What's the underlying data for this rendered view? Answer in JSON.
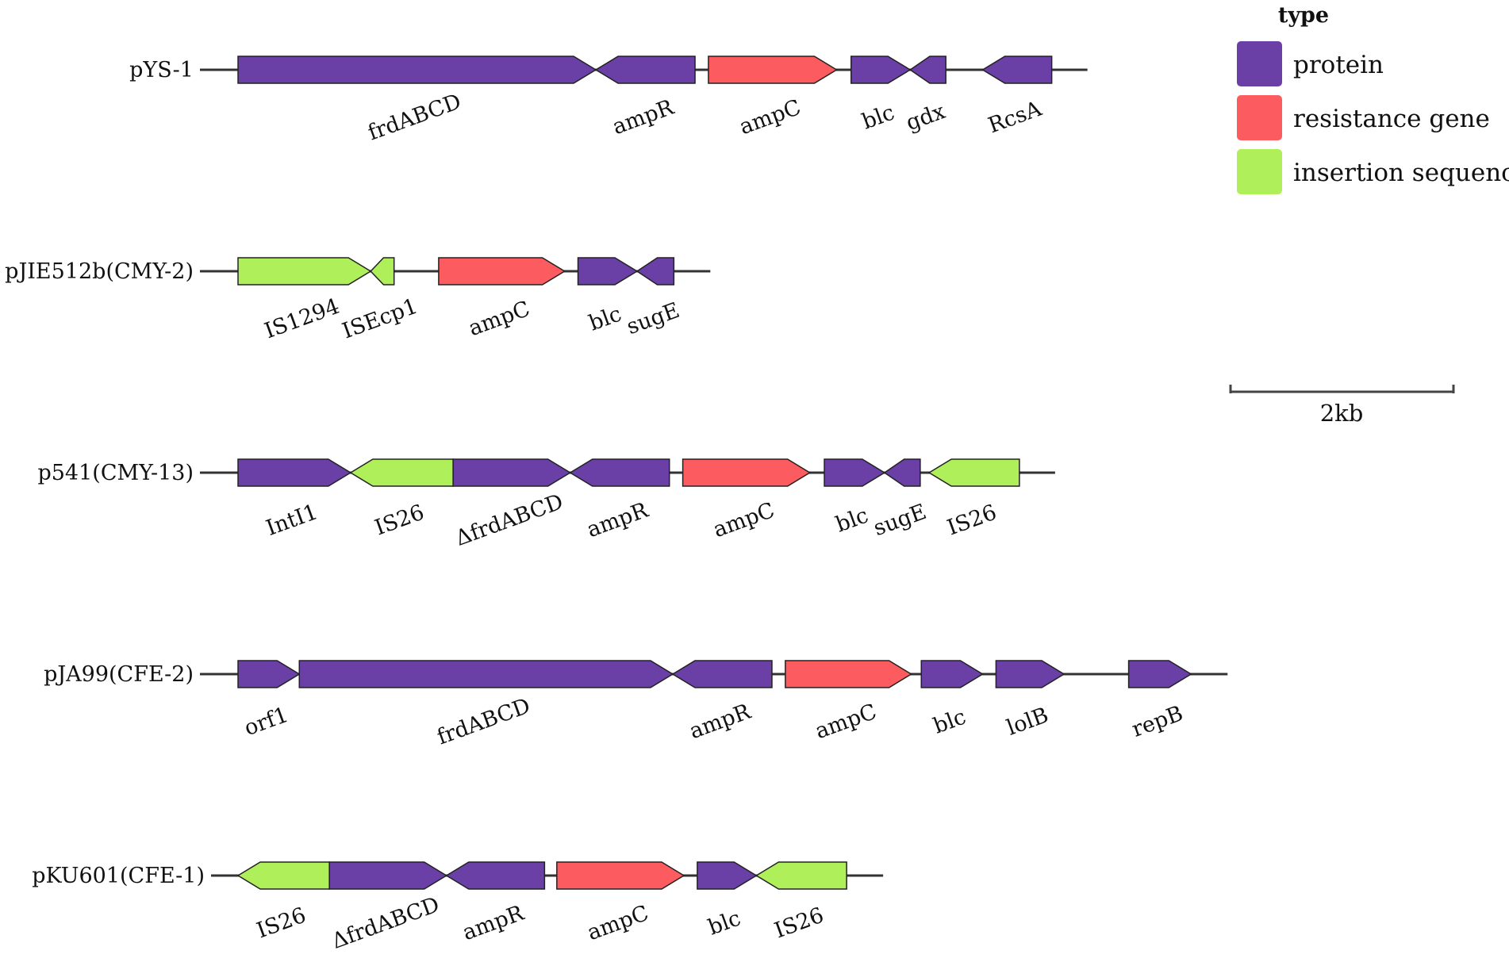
{
  "diagram": {
    "type": "gene_arrow_map",
    "colors": {
      "protein": "#6A3FA6",
      "resistance_gene": "#FC5C5F",
      "insertion_sequence": "#AFF05A",
      "backbone": "#333333",
      "outline": "#222222"
    },
    "tracks": [
      {
        "name": "pYS-1",
        "genes": [
          {
            "label": "frdABCD",
            "type": "protein",
            "strand": "+",
            "start": 0.0,
            "end": 3.21
          },
          {
            "label": "ampR",
            "type": "protein",
            "strand": "-",
            "start": 3.21,
            "end": 4.1
          },
          {
            "label": "ampC",
            "type": "resistance_gene",
            "strand": "+",
            "start": 4.22,
            "end": 5.37
          },
          {
            "label": "blc",
            "type": "protein",
            "strand": "+",
            "start": 5.5,
            "end": 6.03
          },
          {
            "label": "gdx",
            "type": "protein",
            "strand": "-",
            "start": 6.03,
            "end": 6.35
          },
          {
            "label": "RcsA",
            "type": "protein",
            "strand": "-",
            "start": 6.68,
            "end": 7.3
          }
        ]
      },
      {
        "name": "pJIE512b(CMY-2)",
        "genes": [
          {
            "label": "IS1294",
            "type": "insertion_sequence",
            "strand": "+",
            "start": 0.0,
            "end": 1.19
          },
          {
            "label": "ISEcp1",
            "type": "insertion_sequence",
            "strand": "-",
            "start": 1.19,
            "end": 1.4
          },
          {
            "label": "ampC",
            "type": "resistance_gene",
            "strand": "+",
            "start": 1.8,
            "end": 2.93
          },
          {
            "label": "blc",
            "type": "protein",
            "strand": "+",
            "start": 3.05,
            "end": 3.58
          },
          {
            "label": "sugE",
            "type": "protein",
            "strand": "-",
            "start": 3.58,
            "end": 3.91
          }
        ]
      },
      {
        "name": "p541(CMY-13)",
        "genes": [
          {
            "label": "IntI1",
            "type": "protein",
            "strand": "+",
            "start": 0.0,
            "end": 1.01
          },
          {
            "label": "IS26",
            "type": "insertion_sequence",
            "strand": "-",
            "start": 1.01,
            "end": 1.93
          },
          {
            "label": "ΔfrdABCD",
            "type": "protein",
            "strand": "+",
            "start": 1.93,
            "end": 2.98
          },
          {
            "label": "ampR",
            "type": "protein",
            "strand": "-",
            "start": 2.98,
            "end": 3.87
          },
          {
            "label": "ampC",
            "type": "resistance_gene",
            "strand": "+",
            "start": 3.99,
            "end": 5.13
          },
          {
            "label": "blc",
            "type": "protein",
            "strand": "+",
            "start": 5.26,
            "end": 5.8
          },
          {
            "label": "sugE",
            "type": "protein",
            "strand": "-",
            "start": 5.8,
            "end": 6.12
          },
          {
            "label": "IS26",
            "type": "insertion_sequence",
            "strand": "-",
            "start": 6.2,
            "end": 7.01
          }
        ]
      },
      {
        "name": "pJA99(CFE-2)",
        "genes": [
          {
            "label": "orf1",
            "type": "protein",
            "strand": "+",
            "start": 0.0,
            "end": 0.55
          },
          {
            "label": "frdABCD",
            "type": "protein",
            "strand": "+",
            "start": 0.55,
            "end": 3.9
          },
          {
            "label": "ampR",
            "type": "protein",
            "strand": "-",
            "start": 3.9,
            "end": 4.79
          },
          {
            "label": "ampC",
            "type": "resistance_gene",
            "strand": "+",
            "start": 4.91,
            "end": 6.04
          },
          {
            "label": "blc",
            "type": "protein",
            "strand": "+",
            "start": 6.13,
            "end": 6.68
          },
          {
            "label": "lolB",
            "type": "protein",
            "strand": "+",
            "start": 6.8,
            "end": 7.41
          },
          {
            "label": "repB",
            "type": "protein",
            "strand": "+",
            "start": 7.99,
            "end": 8.55
          }
        ]
      },
      {
        "name": "pKU601(CFE-1)",
        "genes": [
          {
            "label": "IS26",
            "type": "insertion_sequence",
            "strand": "-",
            "start": 0.0,
            "end": 0.82
          },
          {
            "label": "ΔfrdABCD",
            "type": "protein",
            "strand": "+",
            "start": 0.82,
            "end": 1.87
          },
          {
            "label": "ampR",
            "type": "protein",
            "strand": "-",
            "start": 1.87,
            "end": 2.75
          },
          {
            "label": "ampC",
            "type": "resistance_gene",
            "strand": "+",
            "start": 2.86,
            "end": 4.0
          },
          {
            "label": "blc",
            "type": "protein",
            "strand": "+",
            "start": 4.12,
            "end": 4.65
          },
          {
            "label": "IS26",
            "type": "insertion_sequence",
            "strand": "-",
            "start": 4.65,
            "end": 5.46
          }
        ]
      }
    ],
    "legend": {
      "title": "type",
      "items": [
        {
          "key": "protein",
          "label": "protein"
        },
        {
          "key": "resistance_gene",
          "label": "resistance gene"
        },
        {
          "key": "insertion_sequence",
          "label": "insertion sequence"
        }
      ]
    },
    "scale_bar": {
      "label": "2kb",
      "length_kb": 2
    }
  }
}
